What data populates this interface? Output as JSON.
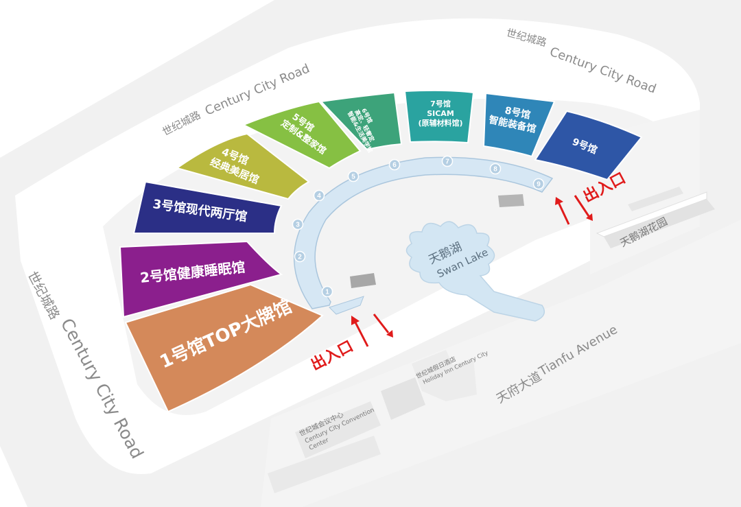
{
  "roads": {
    "west_cn": "世纪城路",
    "west_en": "Century City Road",
    "north_cn": "世纪城路",
    "north_en": "Century City Road",
    "northeast_cn": "世纪城路",
    "northeast_en": "Century City Road",
    "south_cn": "天府大道",
    "south_en": "Tianfu Avenue"
  },
  "halls": [
    {
      "lines": [
        "1号馆TOP大牌馆"
      ],
      "color": "#d4895a"
    },
    {
      "lines": [
        "2号馆健康睡眠馆"
      ],
      "color": "#8b1f8d"
    },
    {
      "lines": [
        "3号馆现代两厅馆"
      ],
      "color": "#2b2f86"
    },
    {
      "lines": [
        "4号馆",
        "经典美居馆"
      ],
      "color": "#b9b93f"
    },
    {
      "lines": [
        "5号馆",
        "定制&整家馆"
      ],
      "color": "#86c043"
    },
    {
      "lines": [
        "6号馆",
        "高定、轻奢定",
        "智能&生活美学馆"
      ],
      "color": "#3da37a"
    },
    {
      "lines": [
        "7号馆",
        "SICAM",
        "(原辅材料馆)"
      ],
      "color": "#2aa3a0"
    },
    {
      "lines": [
        "8号馆",
        "智能装备馆"
      ],
      "color": "#2f86b8"
    },
    {
      "lines": [
        "9号馆"
      ],
      "color": "#2e56a6"
    }
  ],
  "ring_numbers": [
    "1",
    "2",
    "3",
    "4",
    "5",
    "6",
    "7",
    "8",
    "9"
  ],
  "lake": {
    "cn": "天鹅湖",
    "en": "Swan Lake"
  },
  "exits": [
    "出入口",
    "出入口"
  ],
  "buildings": {
    "garden": "天鹅湖花园",
    "hotel_cn": "世纪城假日酒店",
    "hotel_en": "Holiday Inn Century City",
    "convention_cn": "世纪城会议中心",
    "convention_en1": "Century City Convention",
    "convention_en2": "Center"
  },
  "colors": {
    "exit_red": "#e01b1b",
    "ring_blue": "#d6e7f4",
    "lake_blue": "#d3e6f3"
  }
}
